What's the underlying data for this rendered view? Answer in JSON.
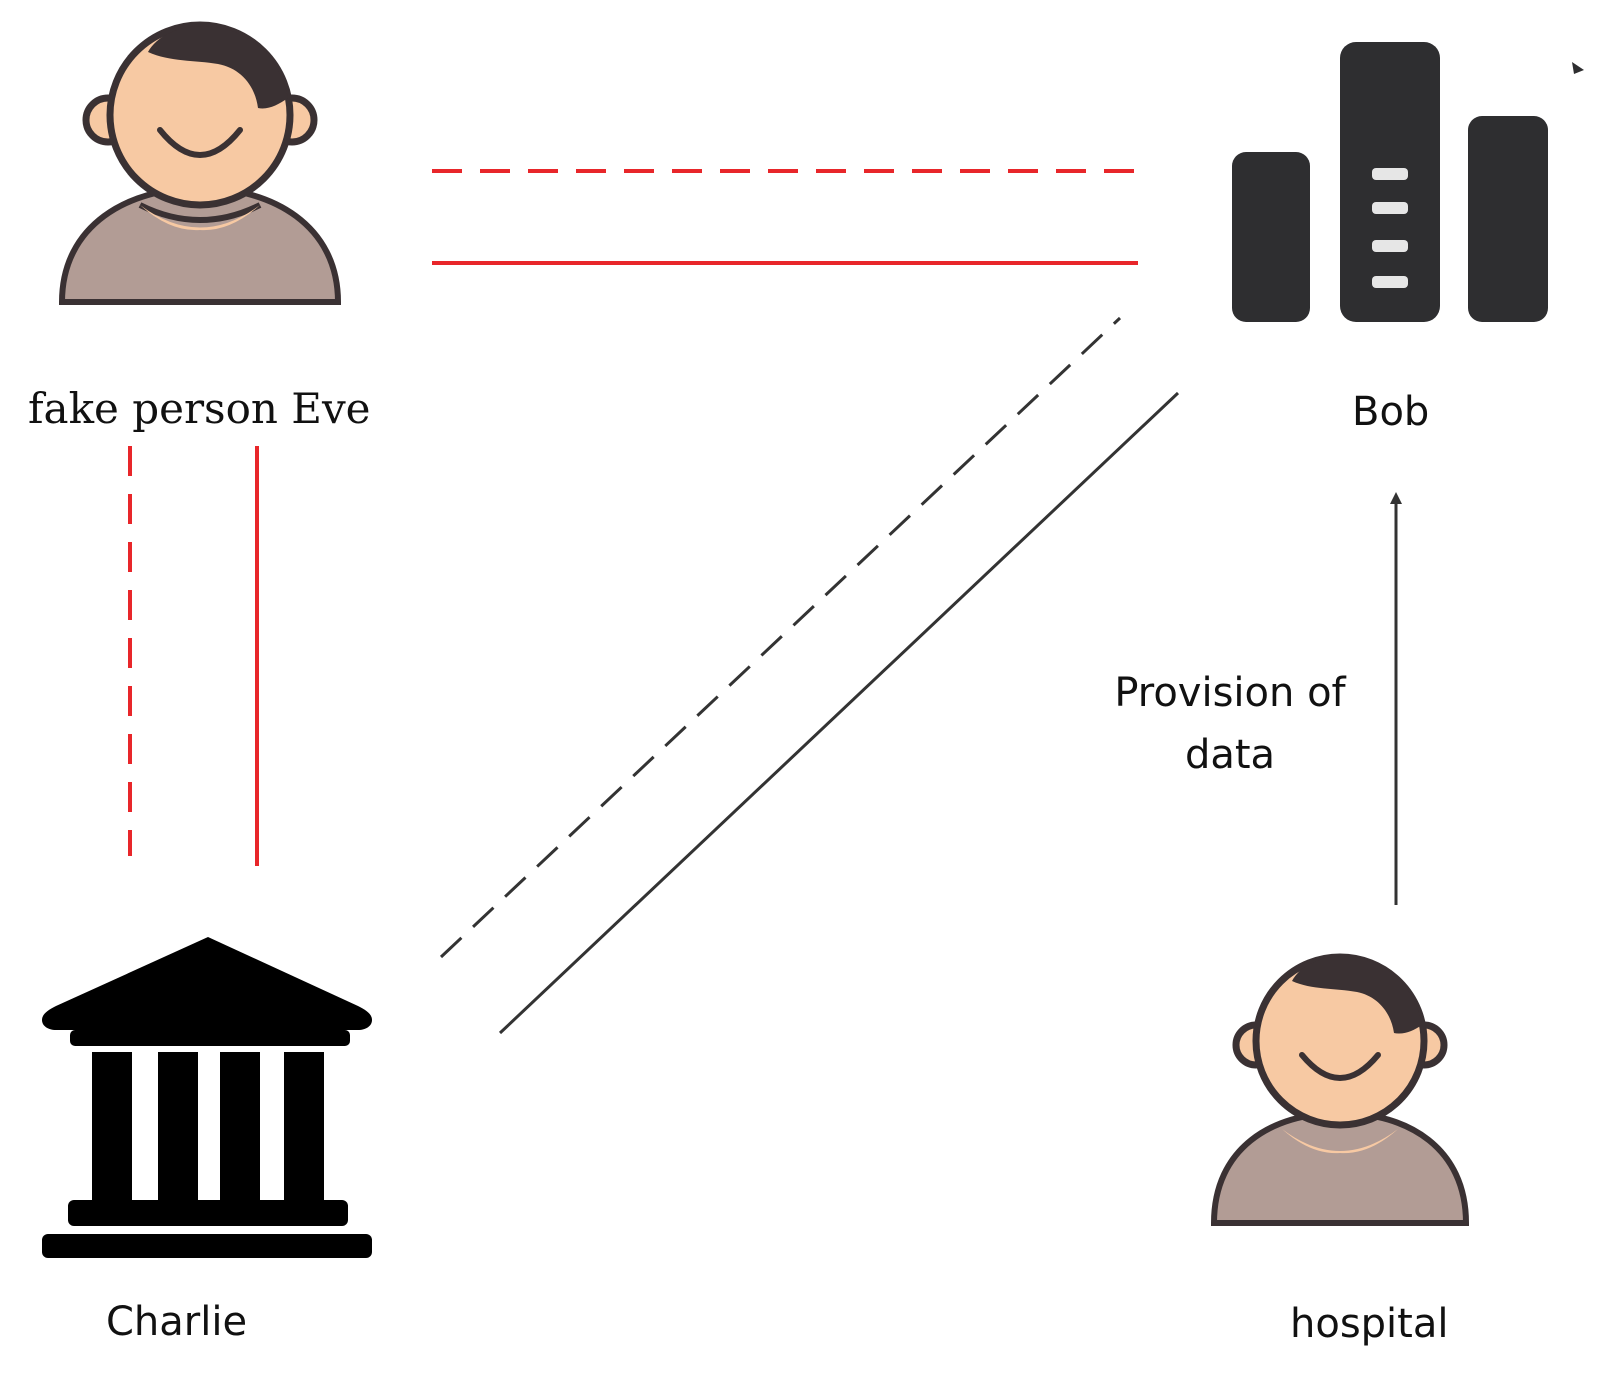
{
  "nodes": {
    "eve": {
      "label": "fake person Eve",
      "icon": "person-icon"
    },
    "bob": {
      "label": "Bob",
      "icon": "server-bars-icon"
    },
    "charlie": {
      "label": "Charlie",
      "icon": "institution-building-icon"
    },
    "hospital": {
      "label": "hospital",
      "icon": "person-icon"
    }
  },
  "edges": {
    "provision": {
      "label": "Provision of data",
      "style": "solid-arrow"
    }
  },
  "colors": {
    "attack_line": "#e8262a",
    "normal_line": "#333333",
    "skin": "#f7c9a3",
    "hair": "#3a3133",
    "shirt": "#b29c95",
    "outline": "#3a3133",
    "icon_dark": "#2e2e30",
    "building": "#000000"
  }
}
